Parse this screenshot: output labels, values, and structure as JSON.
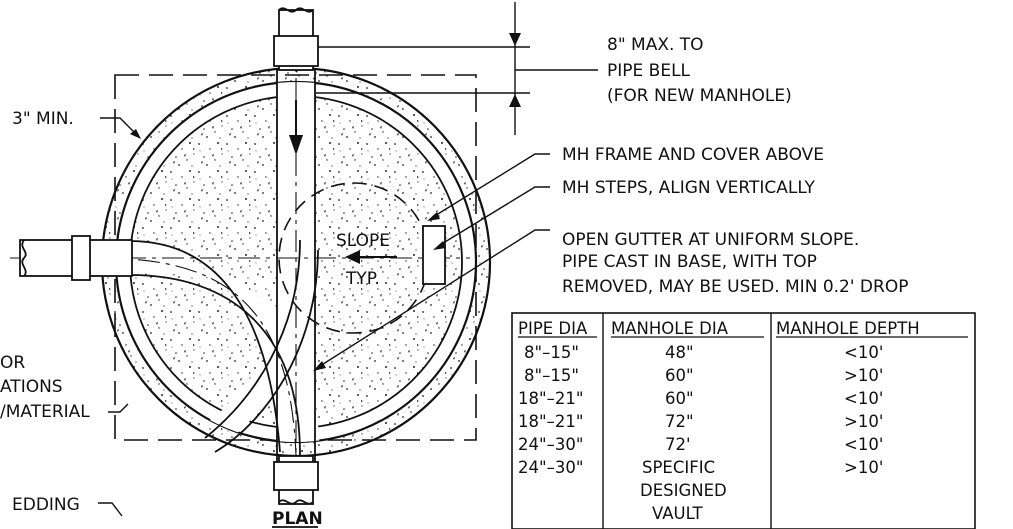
{
  "labels": {
    "wall_min": "3\" MIN.",
    "bell_line1": "8\" MAX. TO",
    "bell_line2": "PIPE BELL",
    "bell_line3": "(FOR NEW MANHOLE)",
    "frame_cover": "MH FRAME AND COVER ABOVE",
    "steps": "MH STEPS, ALIGN VERTICALLY",
    "gutter_line1": "OPEN GUTTER AT UNIFORM SLOPE.",
    "gutter_line2": "PIPE CAST IN BASE, WITH TOP",
    "gutter_line3": "REMOVED, MAY BE USED. MIN 0.2' DROP",
    "slope": "SLOPE",
    "typ": "TYP.",
    "plan": "PLAN",
    "left_partial_1": "OR",
    "left_partial_2": "ATIONS",
    "left_partial_3": "/MATERIAL",
    "bedding_partial": "EDDING"
  },
  "table": {
    "headers": [
      "PIPE DIA",
      "MANHOLE DIA",
      "MANHOLE DEPTH"
    ],
    "rows": [
      [
        "8\"–15\"",
        "48\"",
        "<10'"
      ],
      [
        "8\"–15\"",
        "60\"",
        ">10'"
      ],
      [
        "18\"–21\"",
        "60\"",
        "<10'"
      ],
      [
        "18\"–21\"",
        "72\"",
        ">10'"
      ],
      [
        "24\"–30\"",
        "72'",
        "<10'"
      ],
      [
        "24\"–30\"",
        "SPECIFIC",
        ">10'"
      ],
      [
        "",
        "DESIGNED",
        ""
      ],
      [
        "",
        "VAULT",
        ""
      ]
    ]
  },
  "colors": {
    "line": "#111111",
    "background": "#ffffff"
  }
}
